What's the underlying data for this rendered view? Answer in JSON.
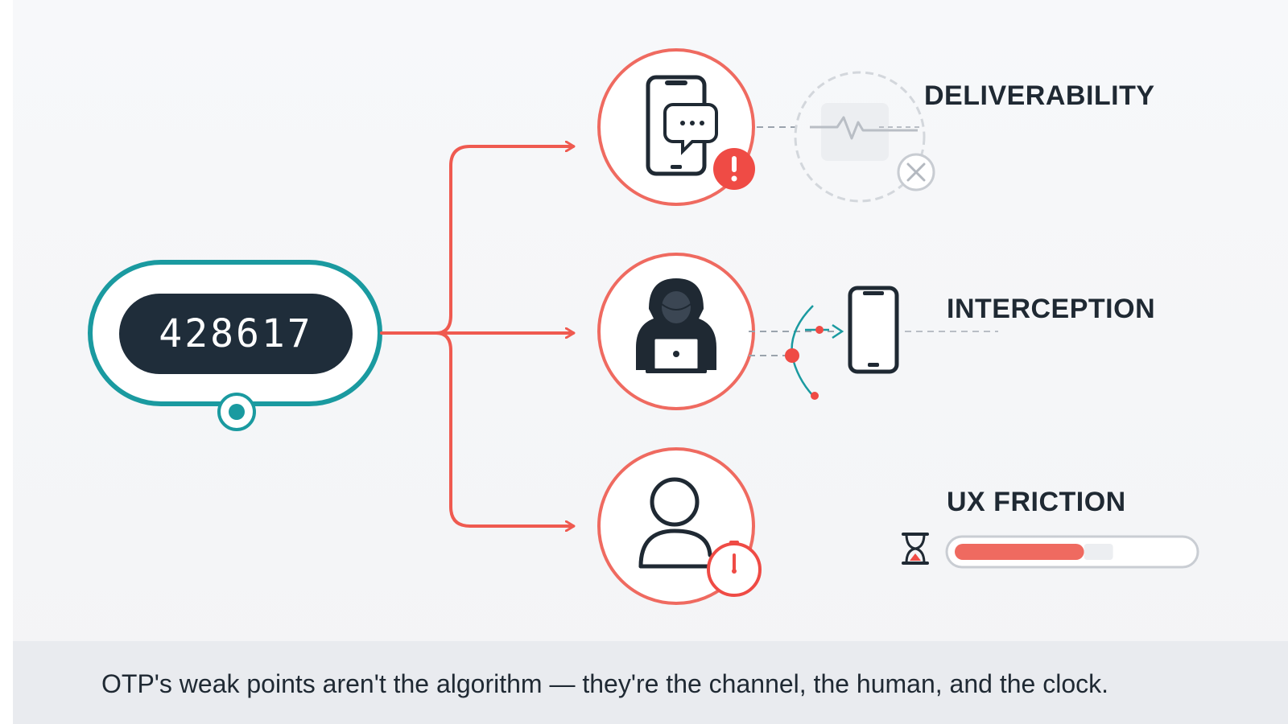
{
  "otp": {
    "code": "428617"
  },
  "risks": [
    {
      "label": "DELIVERABILITY",
      "icon": "phone-message-warning-icon"
    },
    {
      "label": "INTERCEPTION",
      "icon": "hooded-attacker-icon"
    },
    {
      "label": "UX FRICTION",
      "icon": "user-timer-icon"
    }
  ],
  "ux_friction": {
    "timer_fill": 0.55
  },
  "footer": {
    "icon": "shield-check-icon",
    "caption": "OTP's weak points aren't the algorithm — they're the channel, the human, and the clock."
  },
  "colors": {
    "accent_red": "#ef5a50",
    "teal": "#1a9aa0",
    "dark": "#1f2933",
    "code_bg": "#1f2d3a"
  }
}
